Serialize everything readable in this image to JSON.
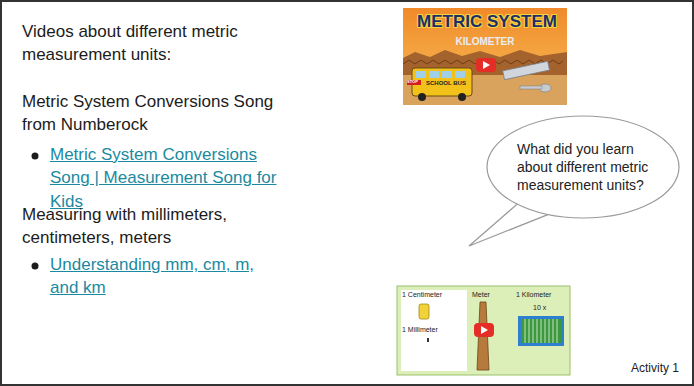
{
  "diagram": {
    "title": "Videos about different metric measurement units:",
    "nodes": [
      {
        "text": [
          "What did you learn about different metric measurement units?"
        ]
      }
    ],
    "labels": [
      "Metric System Conversions Song from Numberock",
      "Metric System Conversions Song | Measurement Song for Kids",
      "Measuring with millimeters, centimeters, meters",
      "Understanding mm, cm, m, and km",
      "METRIC SYSTEM",
      "KILOMETER",
      "STOP",
      "SCHOOL BUS",
      "1 Centimeter",
      "Meter",
      "1 Kilometer",
      "1 Millimeter",
      "10 x",
      "Activity 1"
    ]
  }
}
